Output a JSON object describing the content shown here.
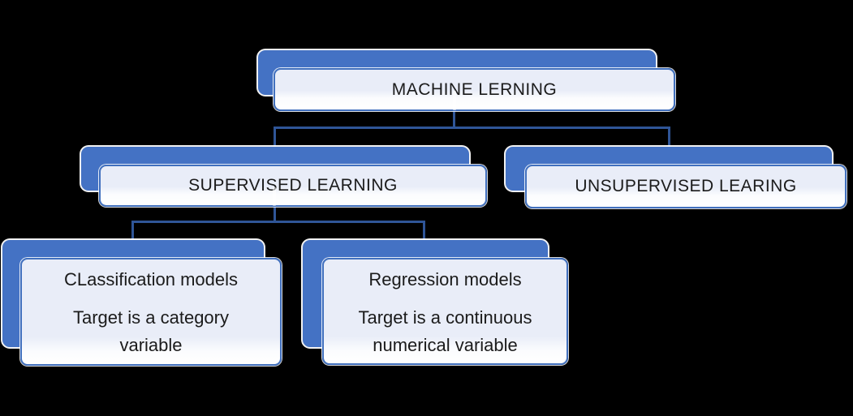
{
  "diagram": {
    "type": "hierarchy-smartart",
    "nodes": {
      "root": {
        "label": "MACHINE LERNING"
      },
      "supervised": {
        "label": "SUPERVISED LEARNING"
      },
      "unsupervised": {
        "label": "UNSUPERVISED LEARING"
      },
      "classification": {
        "title": "CLassification models",
        "desc": [
          "Target is a category",
          "variable"
        ]
      },
      "regression": {
        "title": "Regression models",
        "desc": [
          "Target is a continuous",
          "numerical variable"
        ]
      }
    },
    "edges": [
      {
        "from": "root",
        "to": "supervised"
      },
      {
        "from": "root",
        "to": "unsupervised"
      },
      {
        "from": "supervised",
        "to": "classification"
      },
      {
        "from": "supervised",
        "to": "regression"
      }
    ],
    "colors": {
      "node_fill": "#4472C4",
      "node_border": "#4170BE",
      "connector": "#2F5597",
      "panel_tint": "#E9EDF8",
      "panel_white": "#FFFFFF",
      "background": "#000000",
      "text": "#1B1B1B"
    }
  }
}
